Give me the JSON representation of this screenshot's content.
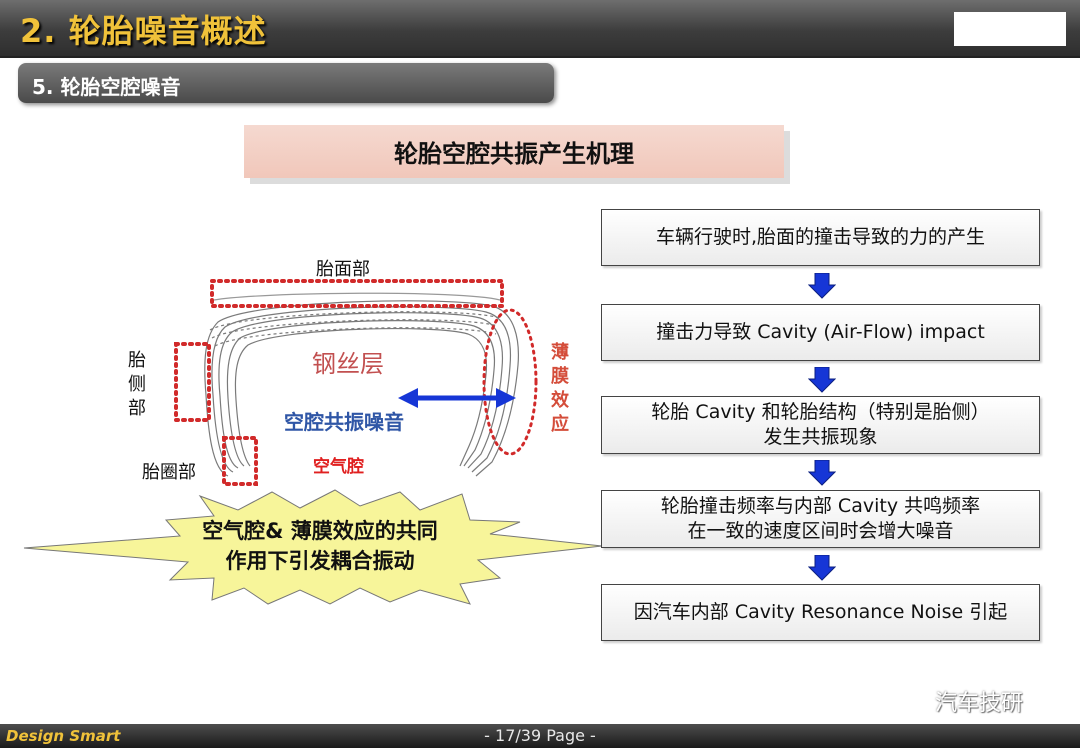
{
  "header": {
    "title": "2. 轮胎噪音概述"
  },
  "section": {
    "title": "5. 轮胎空腔噪音"
  },
  "main_heading": "轮胎空腔共振产生机理",
  "diagram": {
    "tread_label": "胎面部",
    "sidewall_label": [
      "胎",
      "侧",
      "部"
    ],
    "bead_label": "胎圈部",
    "steel_layer_label": "钢丝层",
    "cavity_resonance_label": "空腔共振噪音",
    "air_cavity_label": "空气腔",
    "membrane_label": [
      "薄",
      "膜",
      "效",
      "应"
    ],
    "starburst_lines": [
      "空气腔& 薄膜效应的共同",
      "作用下引发耦合振动"
    ]
  },
  "flow": [
    {
      "lines": [
        "车辆行驶时,胎面的撞击导致的力的产生"
      ]
    },
    {
      "lines": [
        "撞击力导致 Cavity (Air-Flow) impact"
      ]
    },
    {
      "lines": [
        "轮胎  Cavity 和轮胎结构（特别是胎侧）",
        "发生共振现象"
      ]
    },
    {
      "lines": [
        "轮胎撞击频率与内部 Cavity 共鸣频率",
        "在一致的速度区间时会增大噪音"
      ]
    },
    {
      "lines": [
        "因汽车内部 Cavity Resonance Noise 引起"
      ]
    }
  ],
  "footer": {
    "brand": "Design Smart",
    "page": "- 17/39 Page -"
  },
  "watermark": "汽车技研",
  "colors": {
    "header_accent": "#f0c23a",
    "dotted_red": "#d12a2a",
    "arrow_blue": "#1636d6",
    "resonance_text": "#2f56a6",
    "air_cavity_text": "#e02020",
    "steel_text": "#c25050",
    "starburst_fill": "#f7f59a"
  }
}
